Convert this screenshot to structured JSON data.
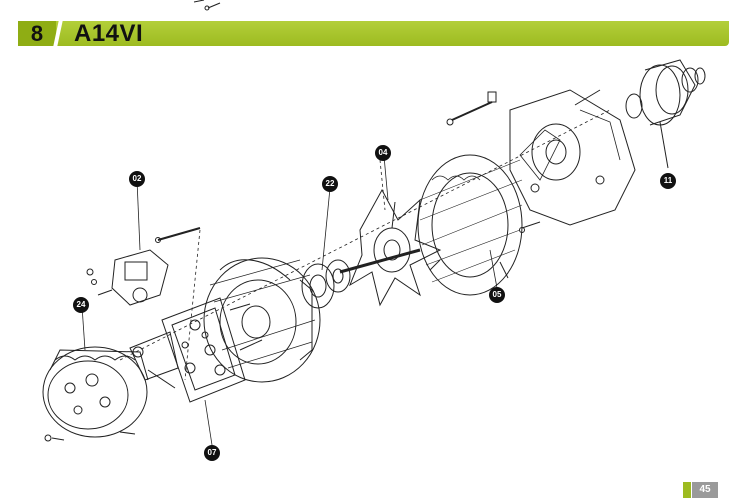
{
  "header": {
    "section_number": "8",
    "title": "A14VI"
  },
  "callouts": [
    "02",
    "04",
    "22",
    "11",
    "05",
    "24",
    "07"
  ],
  "page": {
    "number": "45"
  },
  "colors": {
    "accent": "#9dbb20",
    "accent_dark": "#8fad14",
    "page_box": "#9a9a9a"
  }
}
